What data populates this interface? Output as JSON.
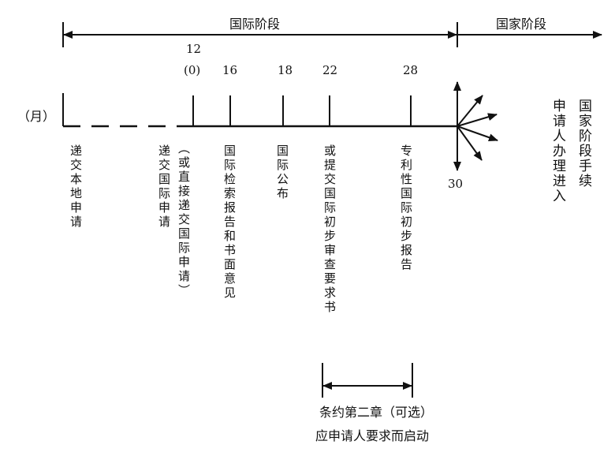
{
  "phases": {
    "international": "国际阶段",
    "national": "国家阶段"
  },
  "axis_unit": "（月）",
  "ticks": {
    "t12": "12",
    "t0": "(0)",
    "t16": "16",
    "t18": "18",
    "t22": "22",
    "t28": "28",
    "t30": "30"
  },
  "labels": {
    "local_filing": "递交本地申请",
    "intl_filing": "递交国际申请",
    "direct_filing": "（或直接递交国际申请）",
    "search_report": "国际检索报告和书面意见",
    "publication": "国际公布",
    "demand": "或提交国际初步审查要求书",
    "iper": "专利性国际初步报告",
    "national_entry_col1": "国家阶段手续",
    "national_entry_col2": "申请人办理进入"
  },
  "chapter2": {
    "line1": "条约第二章（可选）",
    "line2": "应申请人要求而启动"
  }
}
